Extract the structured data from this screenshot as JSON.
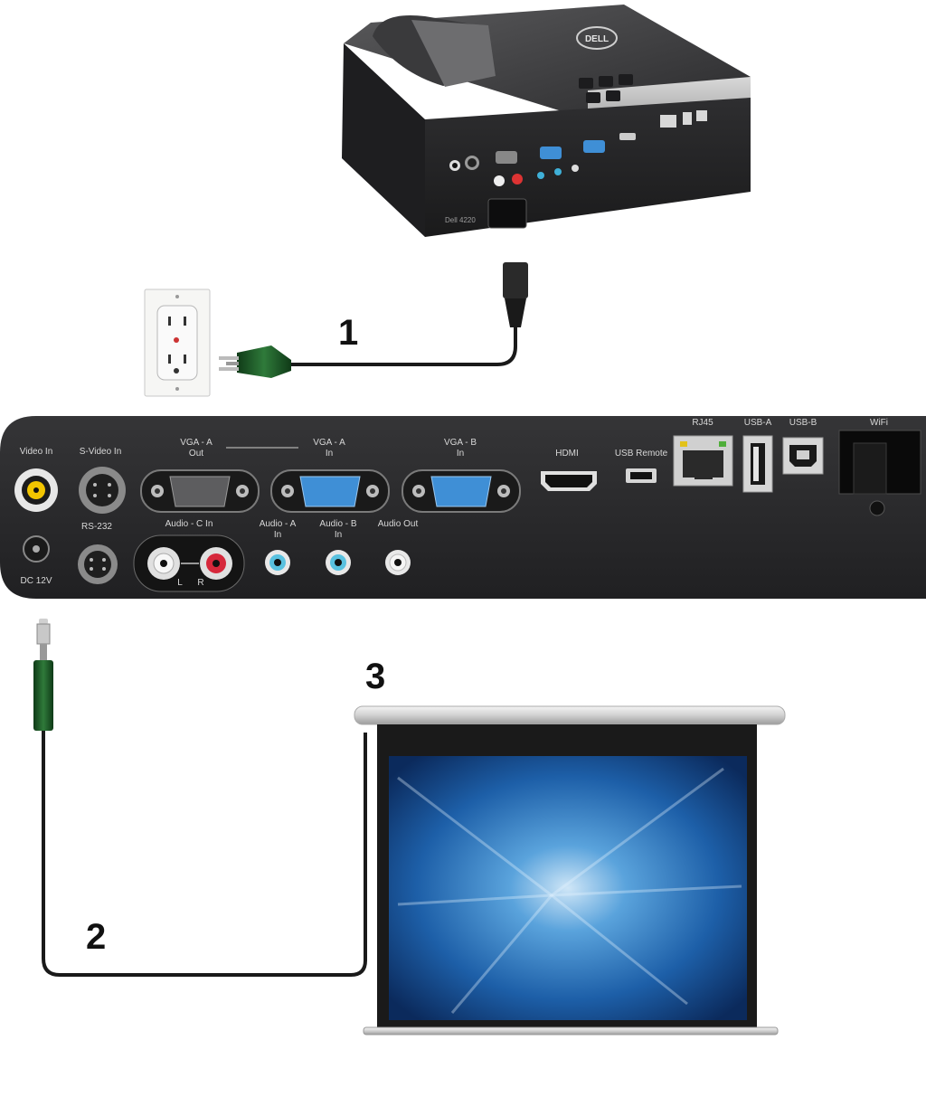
{
  "callouts": {
    "power_cord": "1",
    "trigger_cable": "2",
    "screen": "3"
  },
  "projector_model": "Dell 4220",
  "brand_logo": "DELL",
  "panel_labels": {
    "video_in": "Video In",
    "s_video_in": "S-Video In",
    "vga_a_out": [
      "VGA - A",
      "Out"
    ],
    "vga_a_in": [
      "VGA - A",
      "In"
    ],
    "vga_b_in": [
      "VGA - B",
      "In"
    ],
    "hdmi": "HDMI",
    "usb_remote": "USB Remote",
    "rj45": "RJ45",
    "usb_a": "USB-A",
    "usb_b": "USB-B",
    "wifi": "WiFi",
    "rs232": "RS-232",
    "dc_12v": "DC 12V",
    "audio_c_in": "Audio - C In",
    "audio_l": "L",
    "audio_r": "R",
    "audio_a_in": [
      "Audio - A",
      "In"
    ],
    "audio_b_in": [
      "Audio - B",
      "In"
    ],
    "audio_out": "Audio Out"
  },
  "colors": {
    "panel": "#2b2b2d",
    "vga_blue": "#3f8fd6",
    "plug_green": "#1f5e2a",
    "cable": "#1a1a1a",
    "screen_blue": "#1d5fa8"
  }
}
